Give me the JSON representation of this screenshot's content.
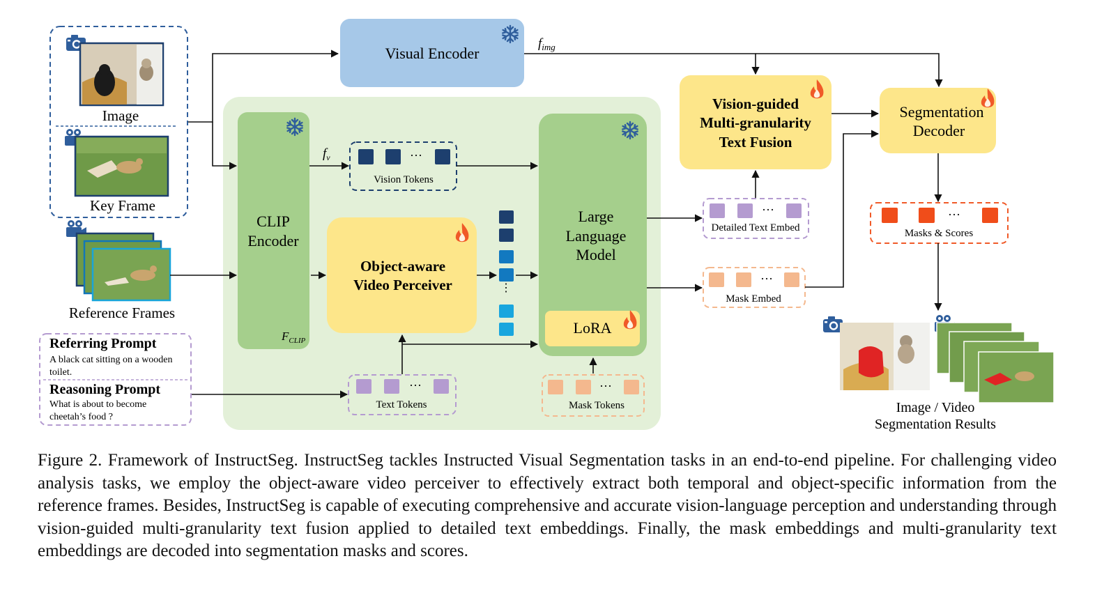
{
  "figure": {
    "input_images": {
      "image_label": "Image",
      "keyframe_label": "Key Frame"
    },
    "reference_frames_label": "Reference Frames",
    "prompts": {
      "referring_title": "Referring Prompt",
      "referring_text_1": "A black cat sitting on a wooden",
      "referring_text_2": "toilet.",
      "reasoning_title": "Reasoning Prompt",
      "reasoning_text_1": "What is about to become",
      "reasoning_text_2": "cheetah’s food ?"
    },
    "visual_encoder": {
      "label": "Visual Encoder",
      "feature": "f",
      "feature_sub": "img"
    },
    "clip_encoder": {
      "line1": "CLIP",
      "line2": "Encoder",
      "feature": "F",
      "feature_sub": "CLIP"
    },
    "vision_tokens": {
      "label": "Vision Tokens",
      "feature": "f",
      "feature_sub": "v",
      "ellipsis": "···"
    },
    "perceiver": {
      "line1": "Object-aware",
      "line2": "Video Perceiver"
    },
    "text_tokens": {
      "label": "Text Tokens",
      "ellipsis": "···"
    },
    "mask_tokens": {
      "label": "Mask Tokens",
      "ellipsis": "···"
    },
    "llm": {
      "line1": "Large",
      "line2": "Language",
      "line3": "Model",
      "lora": "LoRA"
    },
    "fusion": {
      "line1": "Vision-guided",
      "line2": "Multi-granularity",
      "line3": "Text Fusion"
    },
    "detailed_text_embed": {
      "label": "Detailed Text Embed",
      "ellipsis": "···"
    },
    "mask_embed": {
      "label": "Mask Embed",
      "ellipsis": "···"
    },
    "decoder": {
      "line1": "Segmentation",
      "line2": "Decoder"
    },
    "masks_scores": {
      "label": "Masks & Scores",
      "ellipsis": "···"
    },
    "results": {
      "line1": "Image / Video",
      "line2": "Segmentation Results"
    },
    "colors": {
      "encoder_blue": "#a6c8e8",
      "green_panel": "#e3f0d8",
      "green_block": "#a5cf8c",
      "yellow_block": "#fde68a",
      "token_dark_navy": "#1d3f6e",
      "token_blue": "#1279c0",
      "token_cyan": "#18a6de",
      "token_purple": "#b49bd0",
      "token_peach": "#f4b88e",
      "token_orange": "#f04d1a"
    },
    "icons": [
      "camera-icon",
      "video-camera-icon",
      "snowflake-icon",
      "flame-icon"
    ]
  },
  "caption": "Figure 2. Framework of InstructSeg. InstructSeg tackles Instructed Visual Segmentation tasks in an end-to-end pipeline. For challenging video analysis tasks, we employ the object-aware video perceiver to effectively extract both temporal and object-specific information from the reference frames. Besides, InstructSeg is capable of executing comprehensive and accurate vision-language perception and understanding through vision-guided multi-granularity text fusion applied to detailed text embeddings. Finally, the mask embeddings and multi-granularity text embeddings are decoded into segmentation masks and scores."
}
